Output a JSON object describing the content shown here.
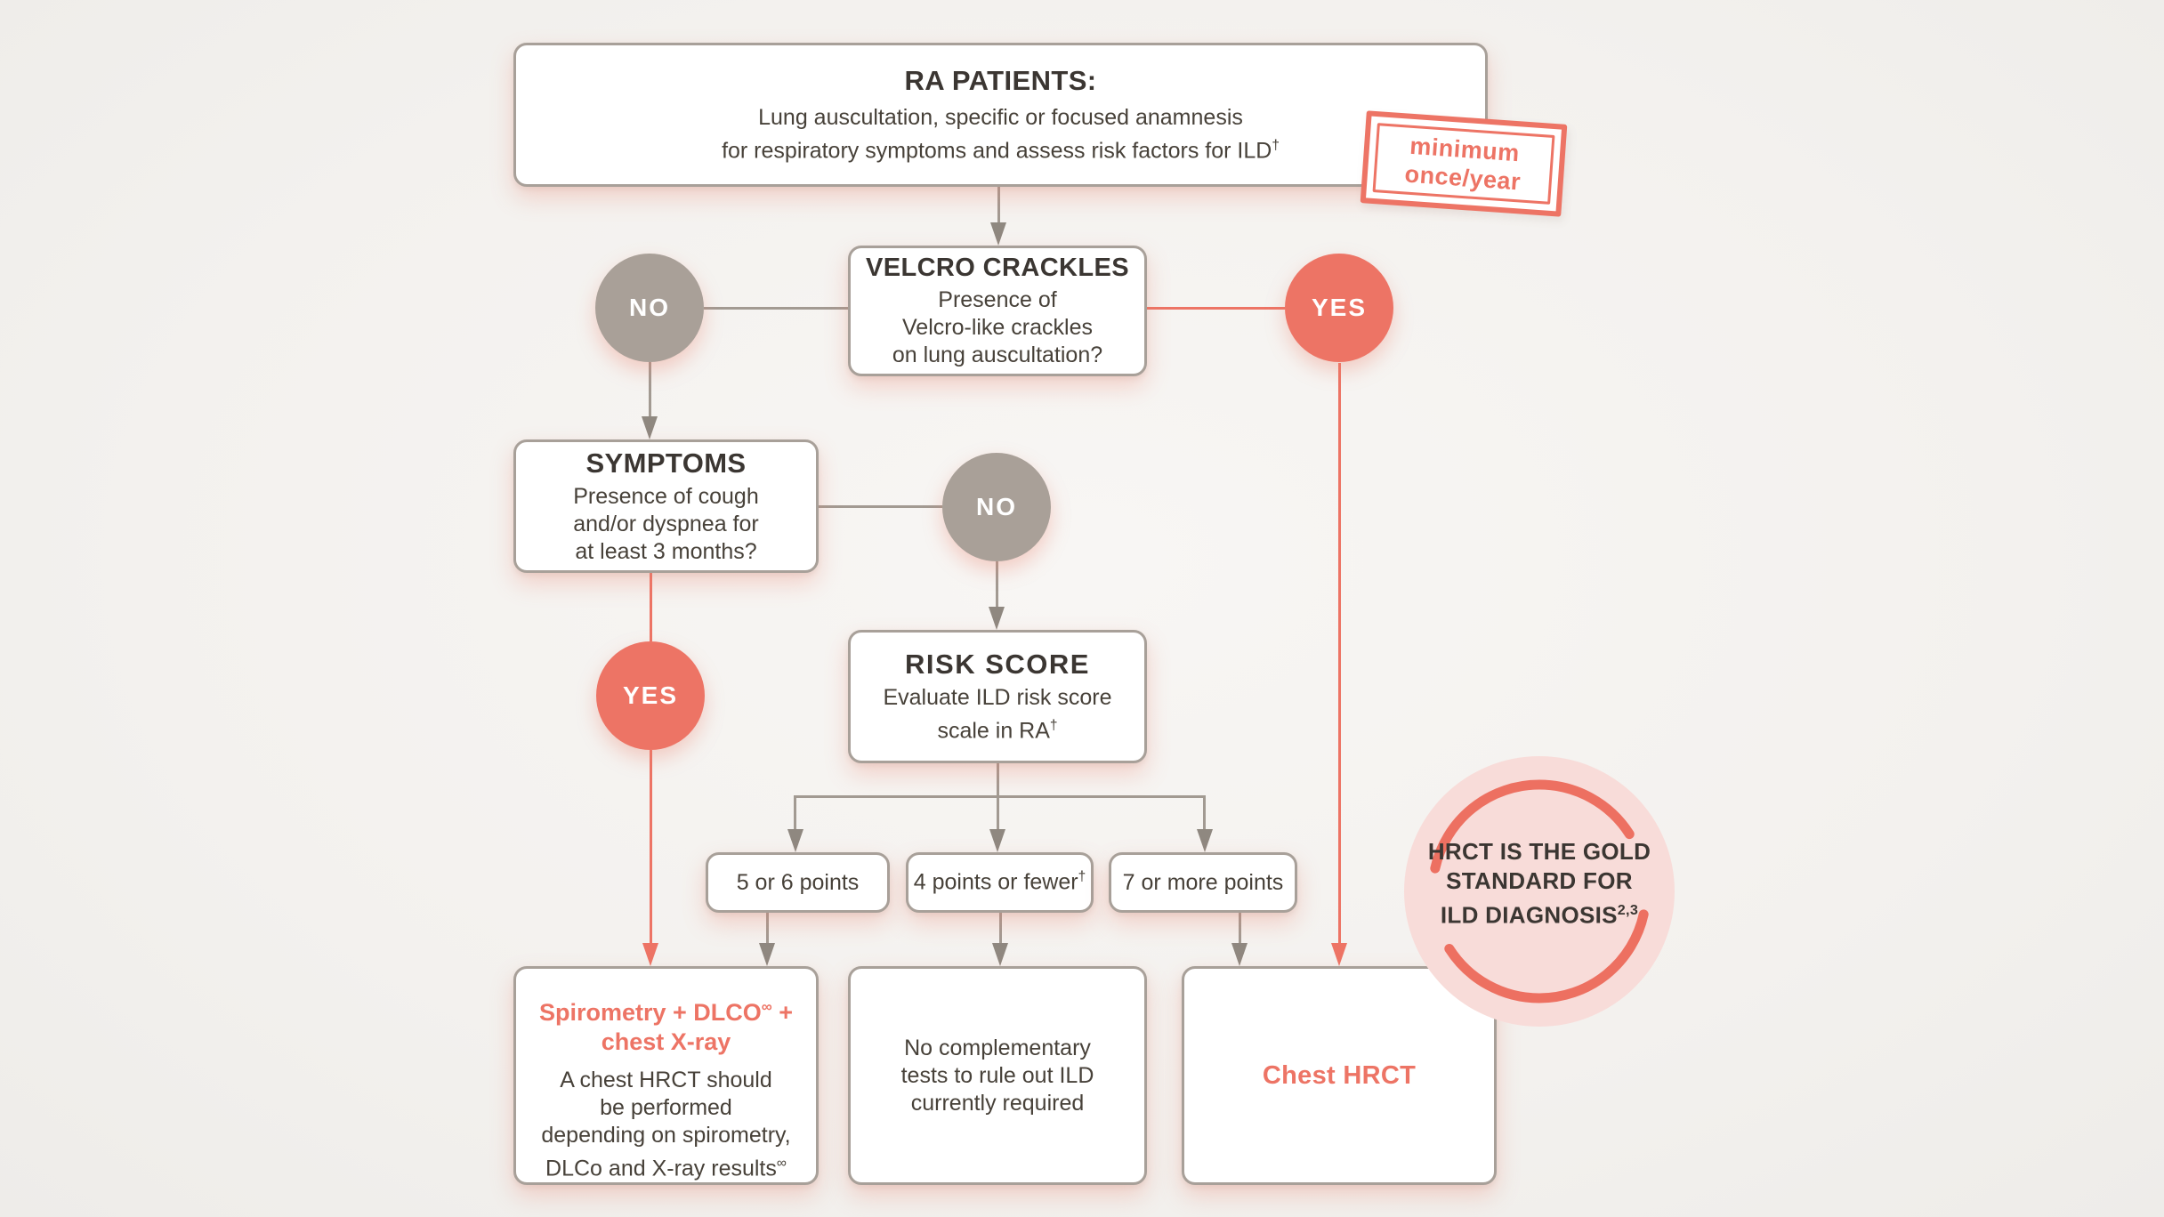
{
  "colors": {
    "salmon": "#ed7465",
    "taupe": "#a9a098",
    "pink_badge": "#f8dcd9",
    "box_border": "#a8a099",
    "text_dark": "#3b3632",
    "background": "#f3f1ef"
  },
  "nodes": {
    "ra_patients": {
      "title": "RA PATIENTS:",
      "line1": "Lung auscultation, specific or focused anamnesis",
      "line2": "for respiratory symptoms and assess risk factors for ILD",
      "line2_sup": "†"
    },
    "stamp": {
      "line1": "minimum",
      "line2": "once/year"
    },
    "velcro": {
      "title": "VELCRO CRACKLES",
      "lines": [
        "Presence of",
        "Velcro-like crackles",
        "on lung auscultation?"
      ]
    },
    "no_velcro": "NO",
    "yes_velcro": "YES",
    "symptoms": {
      "title": "SYMPTOMS",
      "lines": [
        "Presence of cough",
        "and/or dyspnea for",
        "at least 3 months?"
      ]
    },
    "no_symptoms": "NO",
    "yes_symptoms": "YES",
    "risk": {
      "title": "RISK SCORE",
      "line1": "Evaluate ILD risk score",
      "line2": "scale in RA",
      "line2_sup": "†"
    },
    "points_5or6": "5 or 6 points",
    "points_4": {
      "text": "4 points or fewer",
      "sup": "†"
    },
    "points_7": "7 or more points",
    "spirometry": {
      "title1": "Spirometry + DLCO",
      "title1_sup": "∞",
      "title1_end": " +",
      "title2": "chest X-ray",
      "body1": "A chest HRCT should",
      "body2": "be performed",
      "body3": "depending on spirometry,",
      "body4": "DLCo and X-ray results",
      "body4_sup": "∞"
    },
    "no_tests": {
      "lines": [
        "No complementary",
        "tests to rule out ILD",
        "currently required"
      ]
    },
    "chest_hrct": "Chest HRCT",
    "gold_badge": {
      "line1": "HRCT IS THE GOLD",
      "line2": "STANDARD FOR",
      "line3": "ILD DIAGNOSIS",
      "line3_sup": "2,3"
    }
  }
}
